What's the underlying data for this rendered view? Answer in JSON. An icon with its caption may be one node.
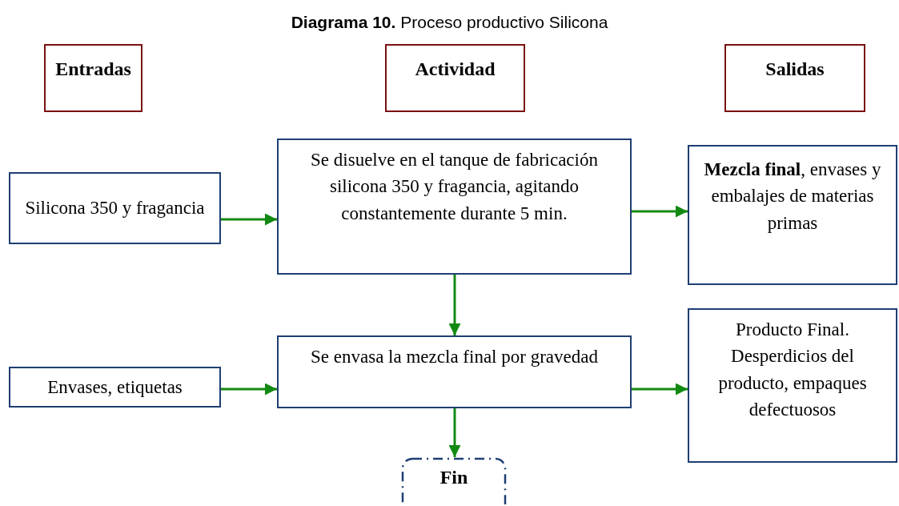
{
  "diagram": {
    "title": "**Diagrama 10.** Proceso productivo Silicona",
    "nodes": [
      {
        "text": [
          "Entradas"
        ]
      },
      {
        "text": [
          "Actividad"
        ]
      },
      {
        "text": [
          "Salidas"
        ]
      },
      {
        "text": [
          "Silicona 350 y fragancia"
        ]
      },
      {
        "text": [
          "Se disuelve en el tanque de fabricación silicona 350 y fragancia, agitando constantemente durante 5 min."
        ]
      },
      {
        "text": [
          "**Mezcla final**, envases y embalajes de materias primas"
        ]
      },
      {
        "text": [
          "Envases, etiquetas"
        ]
      },
      {
        "text": [
          "Se envasa la mezcla final por gravedad"
        ]
      },
      {
        "text": [
          "Producto Final. Desperdicios del producto, empaques defectuosos"
        ]
      },
      {
        "text": [
          "Fin"
        ]
      }
    ],
    "edges": [
      {
        "from": 3,
        "to": 4,
        "arrow": "to"
      },
      {
        "from": 4,
        "to": 5,
        "arrow": "to"
      },
      {
        "from": 4,
        "to": 7,
        "arrow": "to"
      },
      {
        "from": 6,
        "to": 7,
        "arrow": "to"
      },
      {
        "from": 7,
        "to": 8,
        "arrow": "to"
      },
      {
        "from": 7,
        "to": 9,
        "arrow": "to"
      }
    ]
  }
}
